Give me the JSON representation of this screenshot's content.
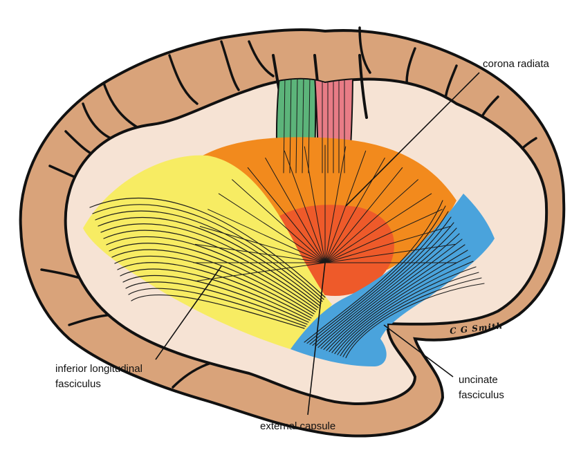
{
  "diagram": {
    "labels": {
      "corona_radiata": "corona radiata",
      "inferior_longitudinal_line1": "inferior longitudinal",
      "inferior_longitudinal_line2": "fasciculus",
      "uncinate_line1": "uncinate",
      "uncinate_line2": "fasciculus",
      "external_capsule": "external capsule"
    },
    "signature": "C G Smith",
    "colors": {
      "cortex": "#d9a37a",
      "white_matter": "#f6e3d4",
      "outline": "#111111",
      "inferior_longitudinal_fasciculus": "#f7ec63",
      "corona_radiata": "#f28a1d",
      "external_capsule": "#ee5a2a",
      "uncinate_fasciculus": "#4aa3dc",
      "green_tract": "#5cb47a",
      "pink_tract": "#e87c86"
    }
  }
}
